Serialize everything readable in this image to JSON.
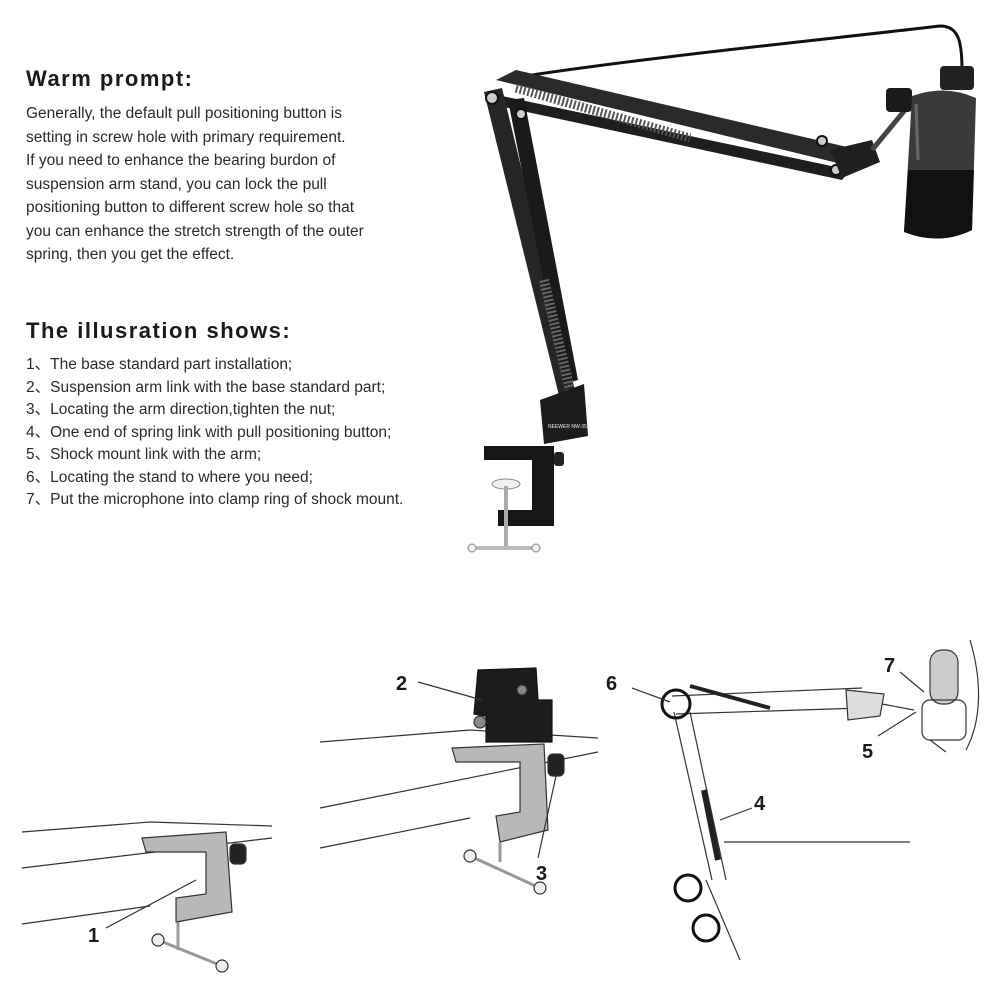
{
  "warm_prompt": {
    "heading": "Warm prompt:",
    "lines": [
      "Generally, the default pull positioning  button is",
      "setting in screw hole with primary requirement.",
      "If you need to enhance the bearing burdon of",
      "suspension arm stand, you can lock the pull",
      "positioning button to different screw hole so that",
      "you can enhance the stretch strength of the outer",
      "spring, then you get the effect."
    ]
  },
  "illustration": {
    "heading": "The illusration shows:",
    "steps": [
      "1、The base standard part installation;",
      "2、Suspension arm link with the base standard part;",
      "3、Locating the arm direction,tighten the nut;",
      "4、One end of spring link with pull positioning button;",
      "5、Shock mount link with the arm;",
      "6、Locating the stand to where you need;",
      "7、Put the microphone into clamp ring of shock mount."
    ]
  },
  "callouts": [
    "1",
    "2",
    "3",
    "4",
    "5",
    "6",
    "7"
  ],
  "product_label": "NEEWER NW-35",
  "colors": {
    "metal_dark": "#1c1c1c",
    "sketch_gray": "#b8b8b8",
    "text": "#2a2a2a"
  }
}
